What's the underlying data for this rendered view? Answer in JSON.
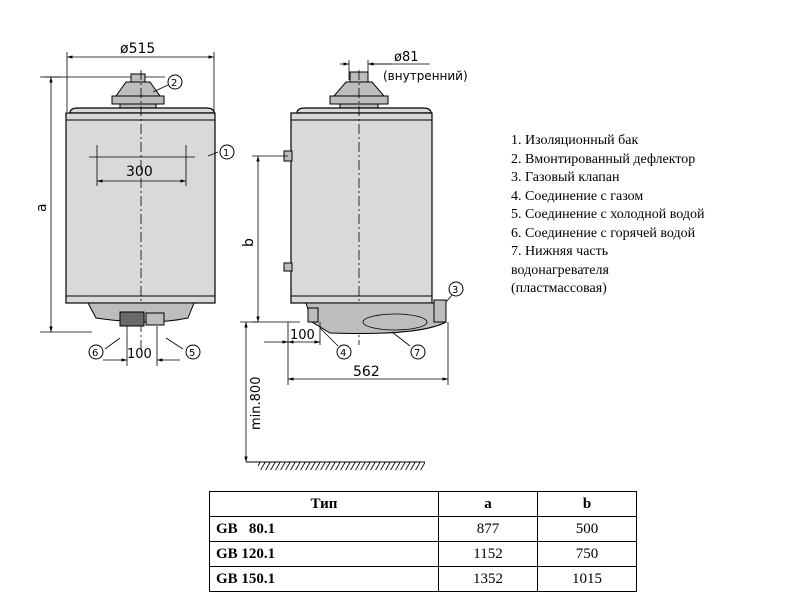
{
  "dimensions": {
    "diameter": "ø515",
    "flue_diameter": "ø81",
    "flue_note": "(внутренний)",
    "dim_300": "300",
    "dim_a": "a",
    "dim_b": "b",
    "dim_100_front": "100",
    "dim_100_side": "100",
    "dim_562": "562",
    "dim_min800": "min.800"
  },
  "callouts": [
    "1",
    "2",
    "3",
    "4",
    "5",
    "6",
    "7"
  ],
  "legend": [
    "1. Изоляционный бак",
    "2. Вмонтированный дефлектор",
    "3. Газовый клапан",
    "4. Соединение с газом",
    "5. Соединение с холодной водой",
    "6. Соединение с горячей водой",
    "7. Нижняя часть",
    "водонагревателя",
    "(пластмассовая)"
  ],
  "table": {
    "headers": [
      "Тип",
      "a",
      "b"
    ],
    "rows": [
      [
        "GB   80.1",
        "877",
        "500"
      ],
      [
        "GB 120.1",
        "1152",
        "750"
      ],
      [
        "GB 150.1",
        "1352",
        "1015"
      ]
    ]
  }
}
